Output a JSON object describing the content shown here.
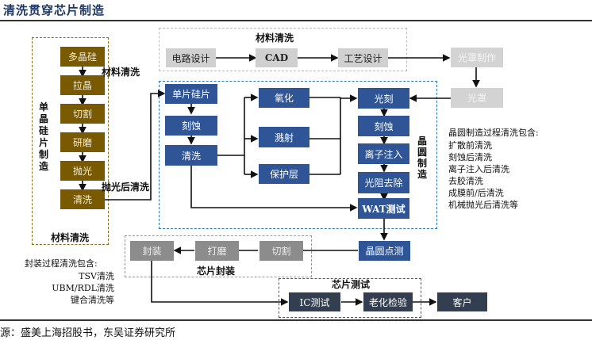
{
  "title": "清洗贯穿芯片制造",
  "source": "源：盛美上海招股书，东吴证券研究所",
  "wafer_prep": {
    "vertical_label": "单晶硅片制造",
    "steps": [
      "多晶硅",
      "拉晶",
      "切割",
      "研磨",
      "抛光",
      "清洗"
    ],
    "side_label_top": "材料清洗",
    "side_label_polish": "抛光后清洗",
    "bottom_label": "材料清洗"
  },
  "design": {
    "frame_label": "材料清洗",
    "steps": [
      "电路设计",
      "CAD",
      "工艺设计"
    ],
    "mask_steps": [
      "光罩制作",
      "光罩"
    ]
  },
  "fab": {
    "vertical_label": "晶圆制造",
    "left_steps": [
      "单片硅片",
      "刻蚀",
      "清洗"
    ],
    "middle_steps": [
      "氧化",
      "溅射",
      "保护层"
    ],
    "right_steps": [
      "光刻",
      "刻蚀",
      "离子注入",
      "光阻去除",
      "WAT测试"
    ],
    "probe": "晶圆点测"
  },
  "fab_notes": {
    "heading": "晶圆制造过程清洗包含:",
    "items": [
      "扩散前清洗",
      "刻蚀后清洗",
      "离子注入后清洗",
      "去胶清洗",
      "成膜前/后清洗",
      "机械抛光后清洗等"
    ]
  },
  "packaging": {
    "frame_label": "芯片封装",
    "steps": [
      "切割",
      "打磨",
      "封装"
    ]
  },
  "packaging_notes": {
    "heading": "封装过程清洗包含:",
    "items": [
      "TSV清洗",
      "UBM/RDL清洗",
      "键合清洗等"
    ]
  },
  "testing": {
    "frame_label": "芯片测试",
    "steps": [
      "IC测试",
      "老化检验"
    ],
    "customer": "客户"
  }
}
